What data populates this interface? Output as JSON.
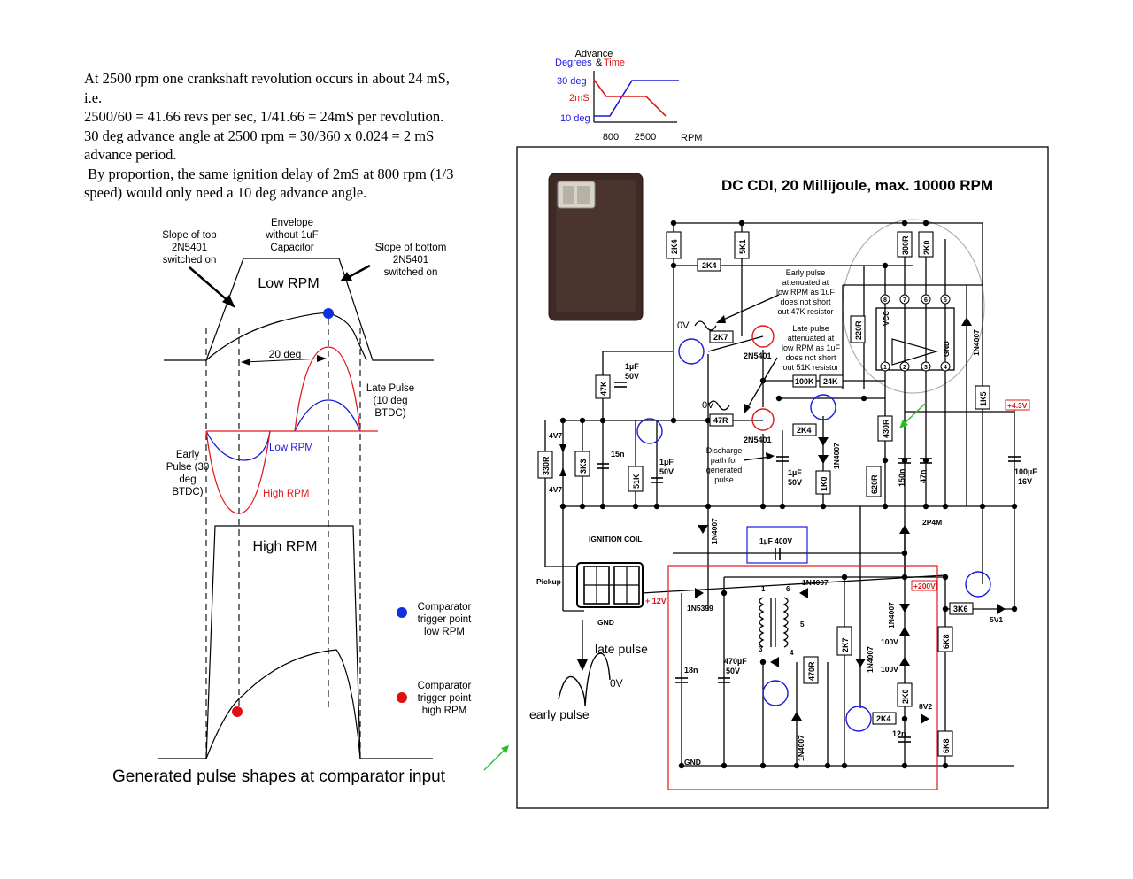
{
  "intro_text": [
    "At 2500 rpm one crankshaft revolution occurs in about 24 mS,",
    "i.e.",
    "2500/60 = 41.66 revs per sec, 1/41.66 = 24mS per revolution.",
    "30 deg advance angle at 2500 rpm = 30/360 x 0.024 = 2 mS",
    "advance period.",
    " By proportion, the same ignition delay of 2mS at 800 rpm (1/3",
    "speed) would only need a 10 deg advance angle."
  ],
  "advance_chart": {
    "title": "Advance",
    "degrees_label": "Degrees",
    "amp": "&",
    "time_label": "Time",
    "y_labels": {
      "deg30": "30 deg",
      "ms2": "2mS",
      "deg10": "10 deg"
    },
    "x_labels": {
      "rpm800": "800",
      "rpm2500": "2500",
      "unit": "RPM"
    },
    "colors": {
      "degrees": "#1a1adc",
      "time": "#e01818"
    }
  },
  "waveforms": {
    "slope_top": [
      "Slope of top",
      "2N5401",
      "switched on"
    ],
    "envelope": [
      "Envelope",
      "without 1uF",
      "Capacitor"
    ],
    "slope_bottom": [
      "Slope of bottom",
      "2N5401",
      "switched on"
    ],
    "low_rpm_title": "Low RPM",
    "deg20": "20 deg",
    "late_pulse": [
      "Late Pulse",
      "(10 deg",
      "BTDC)"
    ],
    "early_pulse": [
      "Early",
      "Pulse (30",
      "deg",
      "BTDC)"
    ],
    "low_rpm_curve": "Low RPM",
    "high_rpm_curve": "High RPM",
    "high_rpm_title": "High RPM",
    "trigger_low": [
      "Comparator",
      "trigger point",
      "low RPM"
    ],
    "trigger_high": [
      "Comparator",
      "trigger point",
      "high RPM"
    ],
    "caption": "Generated pulse shapes at comparator input",
    "colors": {
      "low": "#1a1adc",
      "high": "#e01818",
      "dot_low": "#1030e0",
      "dot_high": "#e01010"
    }
  },
  "schematic": {
    "title": "DC CDI, 20 Millijoule, max. 10000  RPM",
    "note_early": [
      "Early pulse",
      "attenuated at",
      "low RPM as 1uF",
      "does not short",
      "out 47K resistor"
    ],
    "note_late": [
      "Late pulse",
      "attenuated at",
      "low RPM as 1uF",
      "does not short",
      "out 51K resistor"
    ],
    "note_discharge": [
      "Discharge",
      "path for",
      "generated",
      "pulse"
    ],
    "zero_v_1": "0V",
    "zero_v_2": "0V",
    "zero_v_3": "0V",
    "ignition_coil": "IGNITION COIL",
    "pickup": "Pickup",
    "gnd_1": "GND",
    "gnd_2": "GND",
    "plus12v": "+ 12V",
    "plus43v": "+4.3V",
    "plus200v": "+200V",
    "late_pulse": "late pulse",
    "early_pulse": "early pulse",
    "cap_1uf400": "1µF 400V",
    "part_2p4m": "2P4M",
    "part_5v1": "5V1",
    "part_8v2": "8V2",
    "r_2k4_top": "2K4",
    "r_2k4_mid": "2K4",
    "r_2k4_low": "2K4",
    "r_2k4_vert": "2K4",
    "r_5k1": "5K1",
    "r_47k": "47K",
    "r_47r": "47R",
    "r_2k7": "2K7",
    "r_2k7_b": "2K7",
    "r_100k": "100K",
    "r_24k": "24K",
    "r_330r": "330R",
    "r_3k3": "3K3",
    "r_51k": "51K",
    "r_1k0": "1K0",
    "r_430r": "430R",
    "r_620r": "620R",
    "r_220r": "220R",
    "r_300r": "300R",
    "r_2k0": "2K0",
    "r_2k0_b": "2K0",
    "r_1k5": "1K5",
    "r_3k6": "3K6",
    "r_6k8_a": "6K8",
    "r_6k8_b": "6K8",
    "r_470r": "470R",
    "c_1uf50_a": [
      "1µF",
      "50V"
    ],
    "c_1uf50_b": [
      "1µF",
      "50V"
    ],
    "c_1uf50_c": [
      "1µF",
      "50V"
    ],
    "c_15n": "15n",
    "c_150n": "150n",
    "c_47n": "47n",
    "c_100uf": [
      "100µF",
      "16V"
    ],
    "c_18n": "18n",
    "c_470uf": [
      "470µF",
      "50V"
    ],
    "c_12n": "12n",
    "q_2n5401_a": "2N5401",
    "q_2n5401_b": "2N5401",
    "d_4v7_a": "4V7",
    "d_4v7_b": "4V7",
    "d_1n4007_list": [
      "1N4007",
      "1N4007",
      "1N4007",
      "1N4007",
      "1N4007",
      "1N4007",
      "1N4007"
    ],
    "d_1n5399": "1N5399",
    "d_100v_a": "100V",
    "d_100v_b": "100V",
    "ic_pins": [
      "8",
      "7",
      "6",
      "5",
      "1",
      "2",
      "3",
      "4"
    ],
    "ic_vcc": "VCC",
    "ic_gnd": "GND",
    "coil_pins": [
      "1",
      "6",
      "5",
      "3",
      "4"
    ]
  }
}
